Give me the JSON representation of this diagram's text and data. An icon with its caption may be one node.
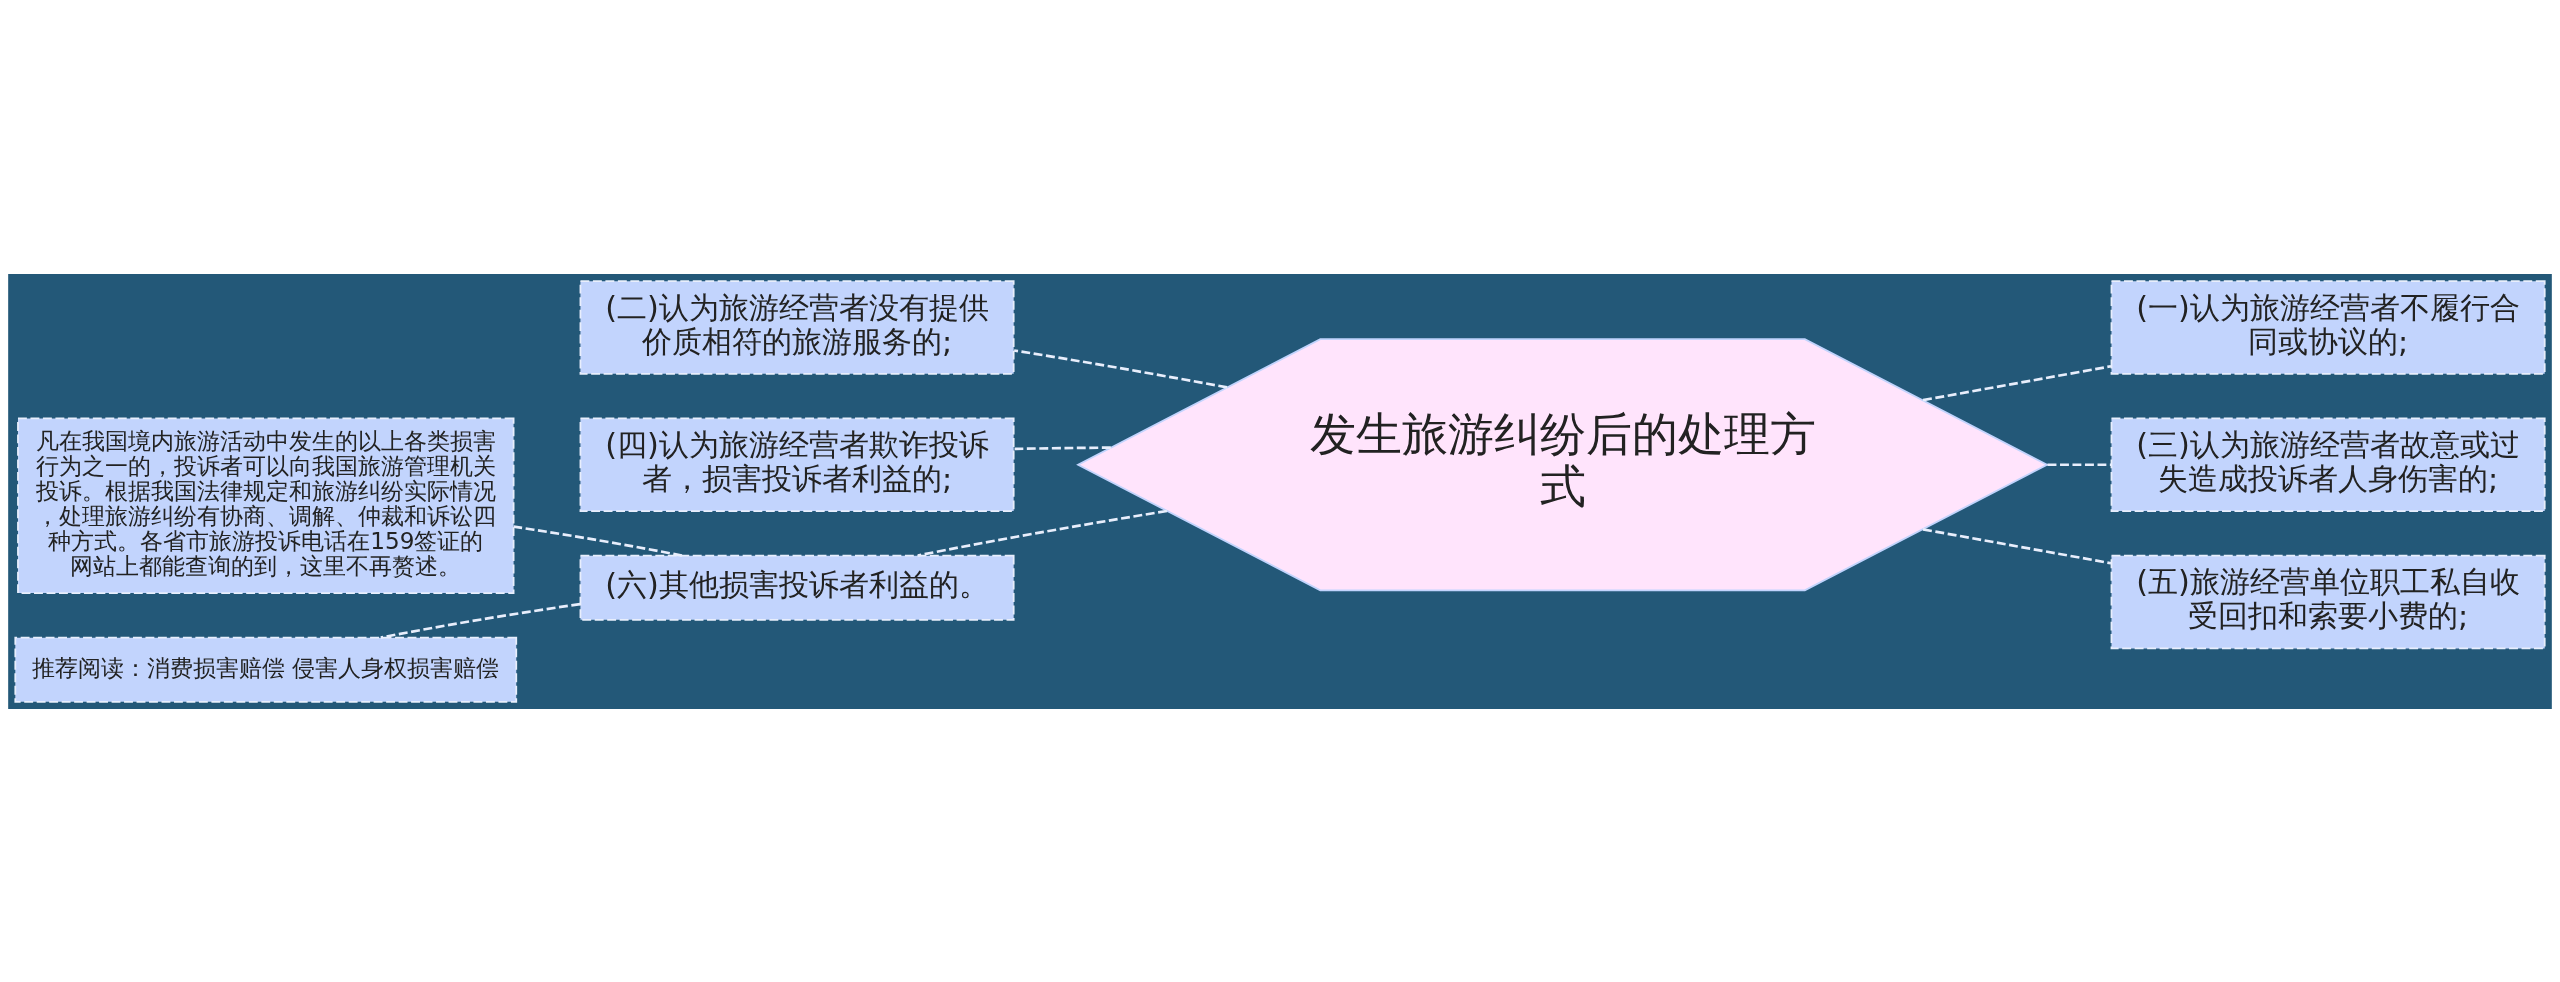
{
  "diagram": {
    "nodes": [
      {
        "text": [
          "发生旅游纠纷后的处理方式"
        ]
      },
      {
        "text": [
          "(二)认为旅游经营者没有提供价质相符的旅游服务的;"
        ]
      },
      {
        "text": [
          "(四)认为旅游经营者欺诈投诉者，损害投诉者利益的;"
        ]
      },
      {
        "text": [
          "(六)其他损害投诉者利益的。"
        ]
      },
      {
        "text": [
          "凡在我国境内旅游活动中发生的以上各类损害行为之一的，投诉者可以向我国旅游管理机关投诉。根据我国法律规定和旅游纠纷实际情况，处理旅游纠纷有协商、调解、仲裁和诉讼四种方式。各省市旅游投诉电话在159签证的网站上都能查询的到，这里不再赘述。"
        ]
      },
      {
        "text": [
          "推荐阅读：消费损害赔偿 侵害人身权损害赔偿"
        ]
      },
      {
        "text": [
          "(一)认为旅游经营者不履行合同或协议的;"
        ]
      },
      {
        "text": [
          "(三)认为旅游经营者故意或过失造成投诉者人身伤害的;"
        ]
      },
      {
        "text": [
          "(五)旅游经营单位职工私自收受回扣和索要小费的;"
        ]
      }
    ],
    "edges": [
      {
        "from": 0,
        "to": 1,
        "arrow": "none",
        "style": "dashed"
      },
      {
        "from": 0,
        "to": 2,
        "arrow": "none",
        "style": "dashed"
      },
      {
        "from": 0,
        "to": 3,
        "arrow": "none",
        "style": "dashed"
      },
      {
        "from": 3,
        "to": 4,
        "arrow": "none",
        "style": "dashed"
      },
      {
        "from": 3,
        "to": 5,
        "arrow": "none",
        "style": "dashed"
      },
      {
        "from": 0,
        "to": 6,
        "arrow": "none",
        "style": "dashed"
      },
      {
        "from": 0,
        "to": 7,
        "arrow": "none",
        "style": "dashed"
      },
      {
        "from": 0,
        "to": 8,
        "arrow": "none",
        "style": "dashed"
      }
    ]
  }
}
